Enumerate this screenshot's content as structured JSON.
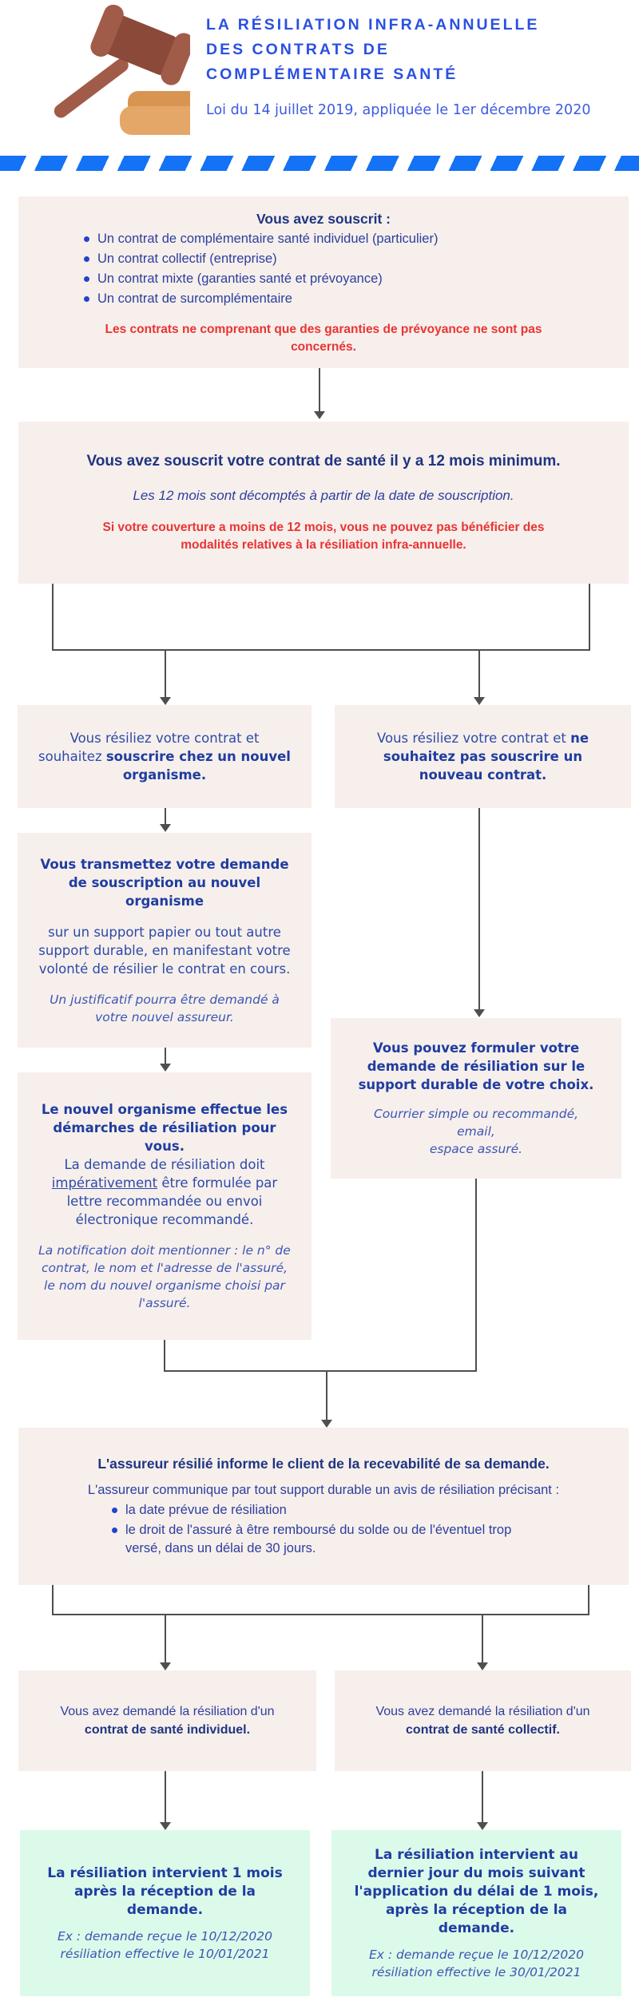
{
  "palette": {
    "title_blue": "#2b50e2",
    "subtitle_blue": "#3d5be0",
    "stripe_blue": "#1372f5",
    "heading_navy": "#1e3582",
    "body_blue": "#2c3f9e",
    "lower_blue": "#2c4aa8",
    "warning_red": "#e93434",
    "box_pink": "#f7efec",
    "box_green": "#dcfaea",
    "connector_gray": "#4f4f4f"
  },
  "header": {
    "icon": "gavel-icon",
    "title_lines": [
      "LA RÉSILIATION INFRA-ANNUELLE",
      "DES CONTRATS DE",
      "COMPLÉMENTAIRE SANTÉ"
    ],
    "subtitle": "Loi du 14 juillet 2019, appliquée le 1er décembre 2020"
  },
  "flow": {
    "box_souscrit": {
      "title": "Vous avez souscrit :",
      "bullets": [
        "Un contrat de complémentaire santé individuel (particulier)",
        "Un contrat collectif (entreprise)",
        "Un contrat mixte (garanties santé et prévoyance)",
        "Un contrat de surcomplémentaire"
      ],
      "warning": "Les contrats ne comprenant que des garanties de prévoyance ne sont pas concernés."
    },
    "box_12mois": {
      "title": "Vous avez souscrit votre contrat de santé il y a 12 mois minimum.",
      "note": "Les 12 mois sont décomptés à partir de la date de souscription.",
      "warning": "Si votre couverture a moins de 12 mois, vous ne pouvez pas bénéficier des modalités relatives à la résiliation infra-annuelle."
    },
    "branch_left": {
      "intro": {
        "pre": "Vous résiliez votre contrat et souhaitez ",
        "bold": "souscrire chez un nouvel organisme."
      },
      "transmettez": {
        "bold": "Vous transmettez votre demande de souscription au nouvel organisme",
        "body": "sur un support papier ou tout autre support durable, en manifestant votre volonté de résilier le contrat en cours.",
        "note": "Un justificatif pourra être demandé à votre nouvel assureur."
      },
      "organisme": {
        "bold": "Le nouvel organisme effectue les démarches de résiliation pour vous.",
        "body_pre": "La demande de résiliation doit ",
        "body_underline": "impérativement",
        "body_post": " être formulée par lettre recommandée ou envoi électronique recommandé.",
        "note": "La notification doit mentionner : le n° de contrat, le nom et l'adresse de l'assuré, le nom du nouvel organisme choisi par l'assuré."
      }
    },
    "branch_right": {
      "intro": {
        "pre": "Vous résiliez votre contrat et ",
        "bold": "ne souhaitez pas souscrire un nouveau contrat."
      },
      "formuler": {
        "bold": "Vous pouvez formuler votre demande de résiliation sur le support durable de votre choix.",
        "note_lines": [
          "Courrier simple ou recommandé,",
          "email,",
          "espace assuré."
        ]
      }
    },
    "box_assureur": {
      "title": "L'assureur résilié informe le client de la recevabilité de sa demande.",
      "body": "L'assureur communique par tout support durable un avis de résiliation précisant :",
      "bullets": [
        "la date prévue de résiliation",
        "le droit de l'assuré à être remboursé du solde ou de l'éventuel trop versé, dans un délai de 30 jours."
      ]
    },
    "outcome_left": {
      "intro": {
        "pre": "Vous avez  demandé la résiliation d'un ",
        "bold": "contrat de santé individuel."
      },
      "result": {
        "bold": "La résiliation intervient 1 mois après la réception de la demande.",
        "ex_lines": [
          "Ex : demande reçue le 10/12/2020",
          "résiliation effective le 10/01/2021"
        ]
      }
    },
    "outcome_right": {
      "intro": {
        "pre": "Vous avez  demandé la résiliation d'un ",
        "bold": "contrat de santé collectif."
      },
      "result": {
        "bold": "La résiliation intervient au dernier jour du mois suivant l'application du délai de 1 mois, après la réception de la demande.",
        "ex_lines": [
          "Ex : demande reçue le 10/12/2020",
          "résiliation effective le 30/01/2021"
        ]
      }
    }
  }
}
